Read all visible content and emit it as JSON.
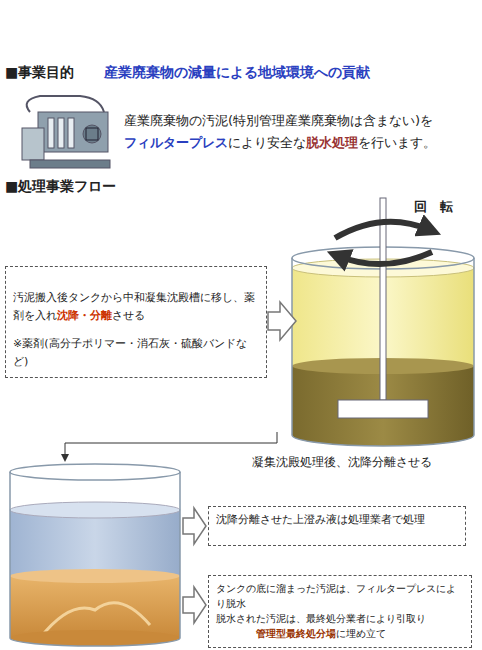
{
  "diagram": {
    "nodes": [
      {
        "text": [
          "汚泥搬入後タンクから中和凝集沈殿槽に移し、薬剤を入れ",
          "沈降・分離",
          "させる",
          "※薬剤(高分子ポリマー・消石灰・硫酸バンドなど)"
        ]
      },
      {
        "text": [
          "沈降分離させた上澄み液は処理業者で処理"
        ]
      },
      {
        "text": [
          "タンクの底に溜まった汚泥は、フィルタープレスにより脱水",
          "脱水された汚泥は、最終処分業者により引取り",
          "管理型最終処分場",
          "に埋め立て"
        ]
      }
    ],
    "labels": [
      "■事業目的",
      "産業廃棄物の減量による地域環境への貢献",
      "産業廃棄物の汚泥(特別管理産業廃棄物は含まない)を",
      "フィルタープレス",
      "により安全な",
      "脱水処理",
      "を行います。",
      "■処理事業フロー",
      "回　転",
      "凝集沈殿処理後、沈降分離させる"
    ]
  }
}
